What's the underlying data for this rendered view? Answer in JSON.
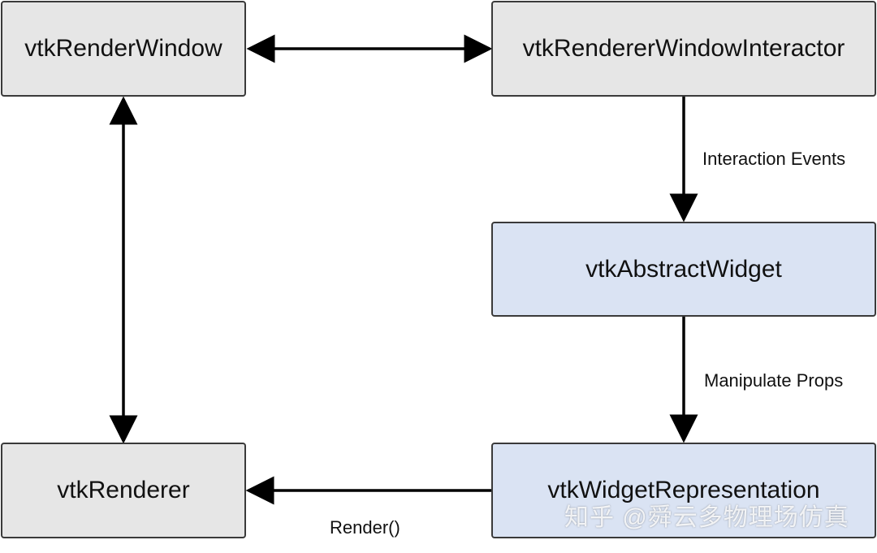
{
  "nodes": {
    "render_window": "vtkRenderWindow",
    "interactor": "vtkRendererWindowInteractor",
    "abstract_widget": "vtkAbstractWidget",
    "renderer": "vtkRenderer",
    "widget_representation": "vtkWidgetRepresentation"
  },
  "edges": {
    "interaction_events": "Interaction Events",
    "manipulate_props": "Manipulate Props",
    "render_call": "Render()"
  },
  "watermark": "知乎 @舜云多物理场仿真",
  "colors": {
    "gray_fill": "#e6e6e6",
    "blue_fill": "#dae3f3",
    "border": "#3a3a3a",
    "arrow": "#000000"
  }
}
